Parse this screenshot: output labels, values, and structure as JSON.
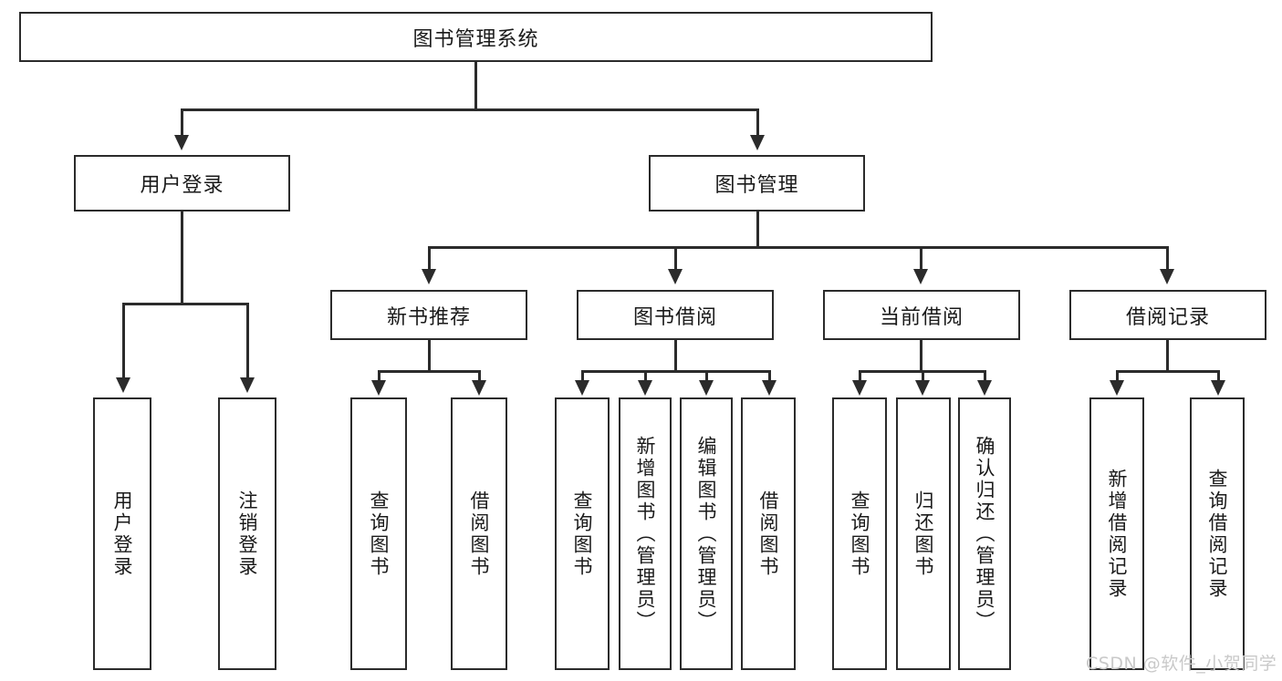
{
  "diagram": {
    "type": "tree-hierarchy-chart",
    "title": "图书管理系统",
    "root": {
      "label": "图书管理系统"
    },
    "level2": [
      {
        "label": "用户登录"
      },
      {
        "label": "图书管理"
      }
    ],
    "level3": [
      {
        "label": "新书推荐"
      },
      {
        "label": "图书借阅"
      },
      {
        "label": "当前借阅"
      },
      {
        "label": "借阅记录"
      }
    ],
    "leaves": {
      "user_login": [
        {
          "label": "用户登录"
        },
        {
          "label": "注销登录"
        }
      ],
      "new_book_recommend": [
        {
          "label": "查询图书"
        },
        {
          "label": "借阅图书"
        }
      ],
      "book_borrow": [
        {
          "label": "查询图书"
        },
        {
          "label": "新增图书（管理员）"
        },
        {
          "label": "编辑图书（管理员）"
        },
        {
          "label": "借阅图书"
        }
      ],
      "current_borrow": [
        {
          "label": "查询图书"
        },
        {
          "label": "归还图书"
        },
        {
          "label": "确认归还（管理员）"
        }
      ],
      "borrow_record": [
        {
          "label": "新增借阅记录"
        },
        {
          "label": "查询借阅记录"
        }
      ]
    }
  },
  "watermark": {
    "text": "CSDN @软件_小贺同学"
  },
  "colors": {
    "border": "#2b2b2b",
    "background": "#ffffff",
    "text": "#1a1a1a",
    "watermark": "#c9c9c9"
  }
}
